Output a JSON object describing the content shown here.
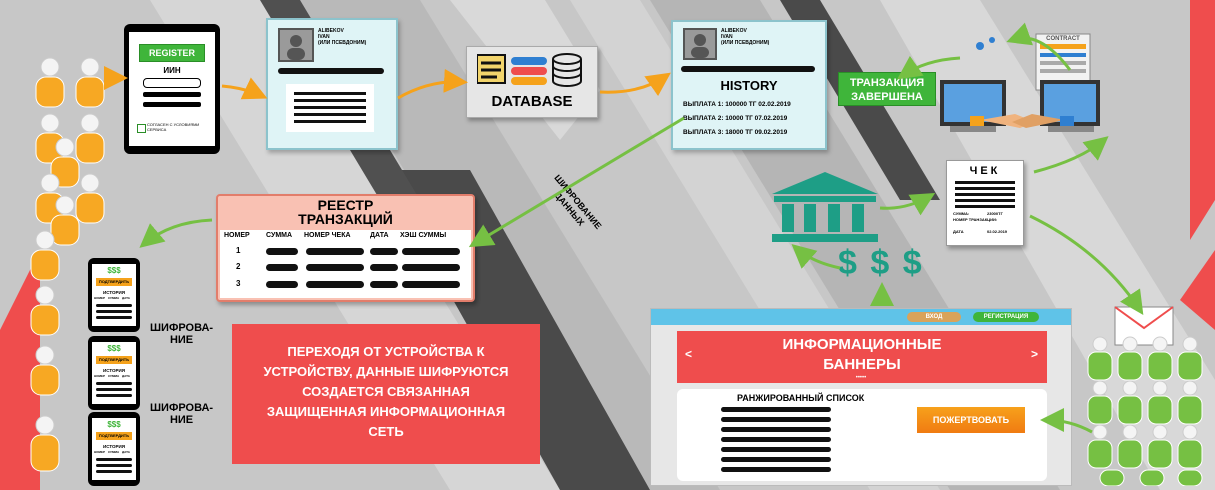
{
  "register_phone": {
    "register_label": "REGISTER",
    "iin_label": "ИИН",
    "consent_text": "СОГЛАСЕН С УСЛОВИЯМИ СЕРВИСА"
  },
  "id_card": {
    "name_line1": "ALIBEKOV",
    "name_line2": "IVAN",
    "name_line3": "(ИЛИ ПСЕВДОНИМ)"
  },
  "database": {
    "label": "DATABASE"
  },
  "history_card": {
    "name_line1": "ALIBEKOV",
    "name_line2": "IVAN",
    "name_line3": "(ИЛИ ПСЕВДОНИМ)",
    "title": "HISTORY",
    "payments": [
      "ВЫПЛАТА 1:  100000 ТГ 02.02.2019",
      "ВЫПЛАТА 2:  10000 ТГ 07.02.2019",
      "ВЫПЛАТА 3:  18000 ТГ 09.02.2019"
    ]
  },
  "transaction_done": {
    "line1": "ТРАНЗАКЦИЯ",
    "line2": "ЗАВЕРШЕНА"
  },
  "contract": {
    "label": "CONTRACT"
  },
  "encryption_label": {
    "line1": "ШИФРОВАНИЕ",
    "line2": "ДАННЫХ"
  },
  "registry": {
    "title_line1": "РЕЕСТР",
    "title_line2": "ТРАНЗАКЦИЙ",
    "columns": [
      "НОМЕР",
      "СУММА",
      "НОМЕР ЧЕКА",
      "ДАТА",
      "ХЭШ СУММЫ"
    ],
    "rows": [
      "1",
      "2",
      "3"
    ]
  },
  "receipt": {
    "title": "ЧЕК",
    "sum_label": "СУММА:",
    "sum_value": "23000ТГ",
    "number_label": "НОМЕР ТРАНЗАКЦИИ:",
    "date_label": "ДАТА",
    "date_value": "02.02.2019"
  },
  "dollars": "$ $ $",
  "mini_phones": [
    {
      "dollars": "$$$",
      "confirm": "ПОДТВЕРДИТЬ",
      "history": "ИСТОРИЯ",
      "col1": "НОМЕР",
      "col2": "СУММА",
      "col3": "ДАТА"
    },
    {
      "dollars": "$$$",
      "confirm": "ПОДТВЕРДИТЬ",
      "history": "ИСТОРИЯ",
      "col1": "НОМЕР",
      "col2": "СУММА",
      "col3": "ДАТА"
    },
    {
      "dollars": "$$$",
      "confirm": "ПОДТВЕРДИТЬ",
      "history": "ИСТОРИЯ",
      "col1": "НОМЕР",
      "col2": "СУММА",
      "col3": "ДАТА"
    }
  ],
  "phone_encryption_label_1": {
    "line1": "ШИФРОВА-",
    "line2": "НИЕ"
  },
  "phone_encryption_label_2": {
    "line1": "ШИФРОВА-",
    "line2": "НИЕ"
  },
  "red_box": {
    "lines": [
      "ПЕРЕХОДЯ ОТ УСТРОЙСТВА К",
      "УСТРОЙСТВУ, ДАННЫЕ ШИФРУЮТСЯ",
      "СОЗДАЕТСЯ СВЯЗАННАЯ",
      "ЗАЩИЩЕННАЯ ИНФОРМАЦИОННАЯ",
      "СЕТЬ"
    ]
  },
  "website": {
    "login": "ВХОД",
    "register": "РЕГИСТРАЦИЯ",
    "banner_line1": "ИНФОРМАЦИОННЫЕ",
    "banner_line2": "БАННЕРЫ",
    "prev": "<",
    "next": ">",
    "dots": "•••••",
    "ranked_title": "РАНЖИРОВАННЫЙ СПИСОК",
    "donate": "ПОЖЕРТВОВАТЬ"
  },
  "colors": {
    "green": "#3fb53a",
    "red": "#ef4d4d",
    "orange": "#f5a21b",
    "cyan_card": "#dff4f6",
    "teal_bank": "#1e9e86",
    "people_left": "#f7a823",
    "people_right": "#76c043"
  }
}
